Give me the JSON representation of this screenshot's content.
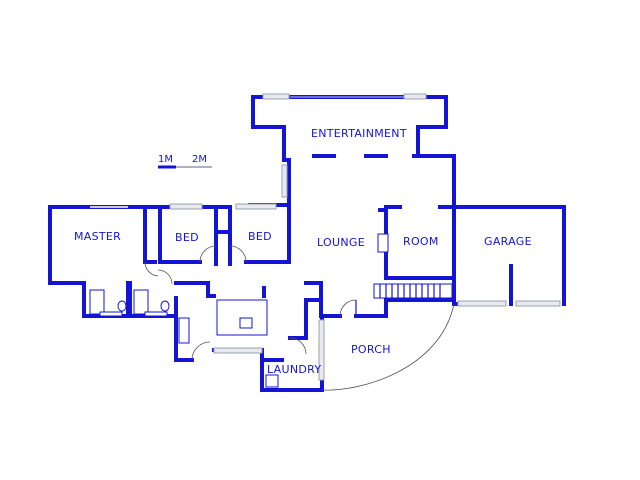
{
  "rooms": {
    "entertainment": "ENTERTAINMENT",
    "master": "MASTER",
    "bed1": "BED",
    "bed2": "BED",
    "lounge": "LOUNGE",
    "room": "ROOM",
    "garage": "GARAGE",
    "porch": "PORCH",
    "laundry": "LAUNDRY"
  },
  "scale": {
    "one": "1M",
    "two": "2M"
  },
  "colors": {
    "wall": "#1414d4",
    "window": "#9aa0b0"
  }
}
